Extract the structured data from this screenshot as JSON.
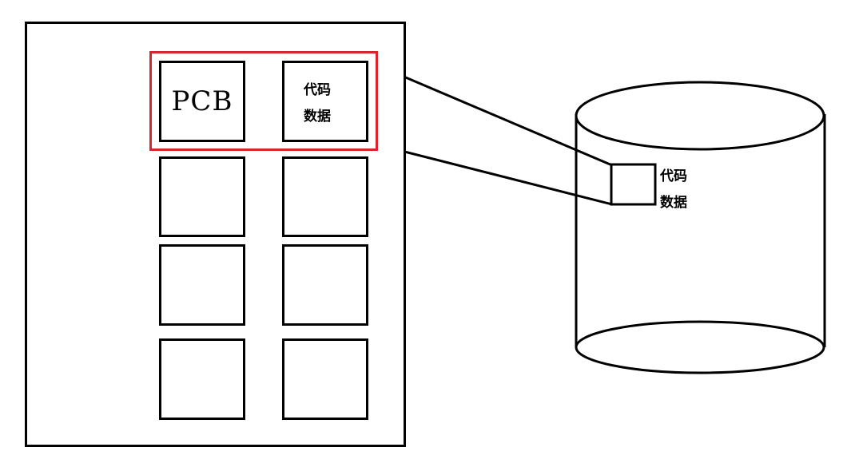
{
  "memory": {
    "pcb_label": "PCB",
    "code_data_line1": "代码",
    "code_data_line2": "数据"
  },
  "disk": {
    "code_data_line1": "代码",
    "code_data_line2": "数据"
  },
  "colors": {
    "stroke": "#000000",
    "highlight": "#d9242d",
    "background": "#ffffff"
  }
}
